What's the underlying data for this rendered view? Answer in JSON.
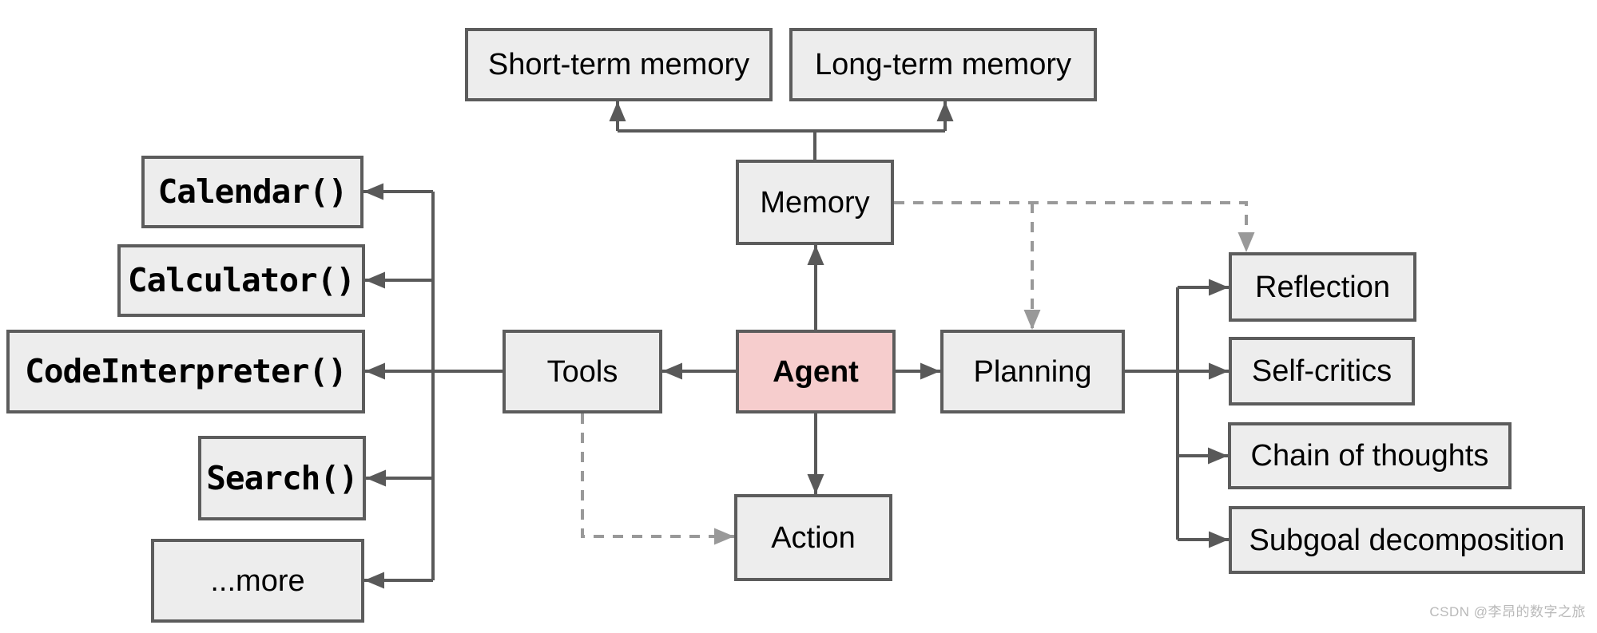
{
  "diagram": {
    "title_hint": "LLM agent overview diagram",
    "nodes": {
      "short_term": {
        "label": "Short-term memory"
      },
      "long_term": {
        "label": "Long-term memory"
      },
      "memory": {
        "label": "Memory"
      },
      "tools": {
        "label": "Tools"
      },
      "agent": {
        "label": "Agent"
      },
      "planning": {
        "label": "Planning"
      },
      "action": {
        "label": "Action"
      },
      "calendar": {
        "label": "Calendar()"
      },
      "calculator": {
        "label": "Calculator()"
      },
      "code_interpreter": {
        "label": "CodeInterpreter()"
      },
      "search": {
        "label": "Search()"
      },
      "more": {
        "label": "...more"
      },
      "reflection": {
        "label": "Reflection"
      },
      "self_critics": {
        "label": "Self-critics"
      },
      "chain_of_thoughts": {
        "label": "Chain of thoughts"
      },
      "subgoal_decomposition": {
        "label": "Subgoal decomposition"
      }
    },
    "colors": {
      "box_fill": "#ededed",
      "box_border": "#5c5c5c",
      "agent_fill": "#f6cdcd",
      "solid_line": "#595959",
      "dashed_line": "#999999",
      "text": "#000000",
      "watermark": "#b9b9b9"
    },
    "watermark": "CSDN @李昂的数字之旅"
  }
}
